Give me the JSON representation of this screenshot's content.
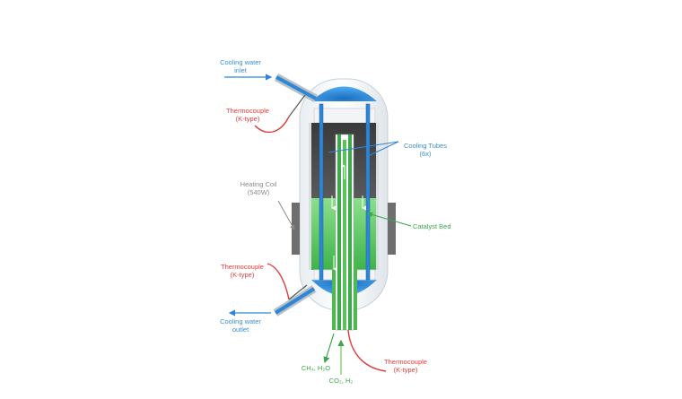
{
  "labels": {
    "cooling_inlet": [
      "Cooling water",
      "inlet"
    ],
    "thermocouple_top": [
      "Thermocouple",
      "(K-type)"
    ],
    "cooling_tubes": [
      "Cooling Tubes",
      "(6x)"
    ],
    "heating_coil": [
      "Heating Coil",
      "(540W)"
    ],
    "catalyst_bed": "Catalyst Bed",
    "thermocouple_mid": [
      "Thermocouple",
      "(K-type)"
    ],
    "cooling_outlet": [
      "Cooling water",
      "outlet"
    ],
    "product_out": "CH₄, H₂O",
    "feed_in": "CO₂, H₂",
    "thermocouple_bottom": [
      "Thermocouple",
      "(K-type)"
    ]
  },
  "colors": {
    "cooling_water": "#2f86d6",
    "thermocouple": "#e23c3c",
    "catalyst": "#4fc14f",
    "heater": "#6e6e6e",
    "label_blue": "#3a8fd0",
    "label_green": "#3aa84a",
    "label_gray": "#8a8a8a",
    "label_red": "#e23c3c"
  }
}
